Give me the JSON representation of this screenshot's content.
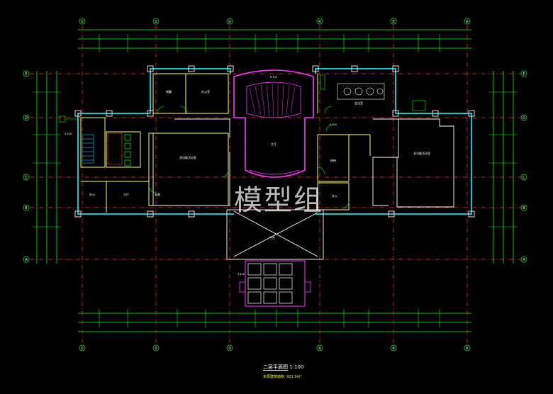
{
  "colors": {
    "background": "#000000",
    "grid_axis": "#ff3333",
    "dimension": "#00ff00",
    "exterior_wall": "#00cccc",
    "interior_wall": "#ffff66",
    "stair_hall": "#ff33ff",
    "window_frame": "#ffcccc",
    "label": "#ffffff"
  },
  "axes": {
    "columns": [
      "①",
      "②",
      "③",
      "④",
      "⑤",
      "⑥"
    ],
    "rows": [
      "E",
      "D",
      "C",
      "B",
      "A"
    ]
  },
  "rooms": [
    {
      "key": "r1",
      "label": "储藏"
    },
    {
      "key": "r2",
      "label": "办公室"
    },
    {
      "key": "r3",
      "label": "大厅"
    },
    {
      "key": "r4",
      "label": "会议室"
    },
    {
      "key": "r5",
      "label": "接待"
    },
    {
      "key": "r6",
      "label": "多功能活动室"
    },
    {
      "key": "r7",
      "label": "办公"
    },
    {
      "key": "r8",
      "label": "大厅"
    },
    {
      "key": "r9",
      "label": "多功能活动室"
    },
    {
      "key": "r10",
      "label": "走廊"
    },
    {
      "key": "r11",
      "label": "办公"
    },
    {
      "key": "r12",
      "label": "平台"
    }
  ],
  "levels": [
    {
      "key": "l1",
      "label": "8.100"
    },
    {
      "key": "l2",
      "label": "4.500"
    },
    {
      "key": "l3",
      "label": "4.500"
    },
    {
      "key": "l4",
      "label": "4.450"
    }
  ],
  "watermark": "模型组",
  "drawing_title": "二层平面图",
  "scale": "1:100",
  "area_note": "本层建筑面积: 921.9m²"
}
